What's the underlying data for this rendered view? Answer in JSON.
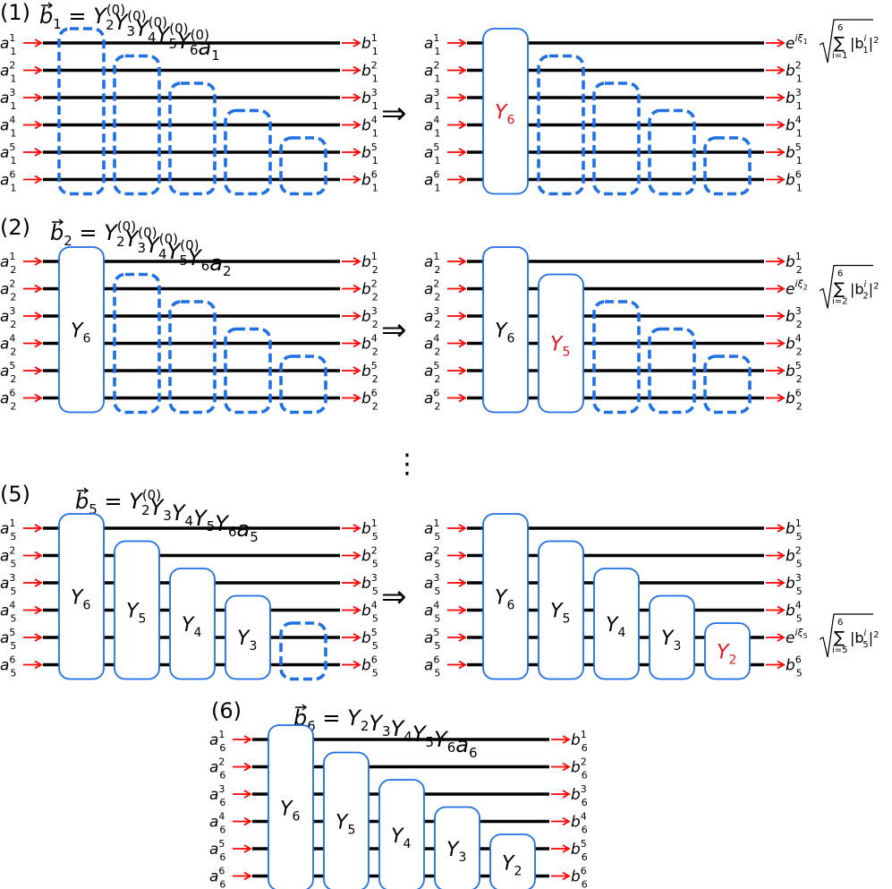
{
  "panels": [
    {
      "label": "(1)",
      "equation": {
        "lhs": "b",
        "lhs_sub": "1",
        "terms": [
          [
            "Y",
            "2",
            "(0)"
          ],
          [
            "Y",
            "3",
            "(0)"
          ],
          [
            "Y",
            "4",
            "(0)"
          ],
          [
            "Y",
            "5",
            "(0)"
          ],
          [
            "Y",
            "6",
            "(0)"
          ]
        ],
        "vec_sub": "1"
      },
      "left": {
        "sub": "1",
        "gates": [
          "d6",
          "d5",
          "d4",
          "d3",
          "d2"
        ]
      },
      "right": {
        "sub": "1",
        "gates": [
          "s6r",
          "d5",
          "d4",
          "d3",
          "d2"
        ],
        "out_line": 1
      }
    },
    {
      "label": "(2)",
      "equation": {
        "lhs": "b",
        "lhs_sub": "2",
        "terms": [
          [
            "Y",
            "2",
            "(0)"
          ],
          [
            "Y",
            "3",
            "(0)"
          ],
          [
            "Y",
            "4",
            "(0)"
          ],
          [
            "Y",
            "5",
            "(0)"
          ],
          [
            "Y",
            "6",
            ""
          ]
        ],
        "vec_sub": "2"
      },
      "left": {
        "sub": "2",
        "gates": [
          "s6",
          "d5",
          "d4",
          "d3",
          "d2"
        ]
      },
      "right": {
        "sub": "2",
        "gates": [
          "s6",
          "s5r",
          "d4",
          "d3",
          "d2"
        ],
        "out_line": 2
      }
    },
    {
      "label": "(5)",
      "equation": {
        "lhs": "b",
        "lhs_sub": "5",
        "terms": [
          [
            "Y",
            "2",
            "(0)"
          ],
          [
            "Y",
            "3",
            ""
          ],
          [
            "Y",
            "4",
            ""
          ],
          [
            "Y",
            "5",
            ""
          ],
          [
            "Y",
            "6",
            ""
          ]
        ],
        "vec_sub": "5"
      },
      "left": {
        "sub": "5",
        "gates": [
          "s6",
          "s5",
          "s4",
          "s3",
          "d2"
        ]
      },
      "right": {
        "sub": "5",
        "gates": [
          "s6",
          "s5",
          "s4",
          "s3",
          "s2r"
        ],
        "out_line": 5
      }
    },
    {
      "label": "(6)",
      "equation": {
        "lhs": "b",
        "lhs_sub": "6",
        "terms": [
          [
            "Y",
            "2",
            ""
          ],
          [
            "Y",
            "3",
            ""
          ],
          [
            "Y",
            "4",
            ""
          ],
          [
            "Y",
            "5",
            ""
          ],
          [
            "Y",
            "6",
            ""
          ]
        ],
        "vec_sub": "6"
      },
      "left": {
        "sub": "6",
        "gates": [
          "s6",
          "s5",
          "s4",
          "s3",
          "s2"
        ]
      }
    }
  ],
  "phase": {
    "base": "e",
    "exp": "iξ",
    "sum_top": "6",
    "sum_bottom": "i=",
    "term": "|b",
    "term_sup": "i",
    "power": "2"
  },
  "gate_letter": "Y",
  "input_letter": "a",
  "output_letter": "b",
  "implies_symbol": "⇒",
  "vdots_symbol": "⋮",
  "colors": {
    "wire": "#000000",
    "arrow": "#ff0000",
    "gate_border": "#1f6fe5",
    "gate_dashed": "#1f6fe5",
    "highlight_label": "#e8141b"
  }
}
